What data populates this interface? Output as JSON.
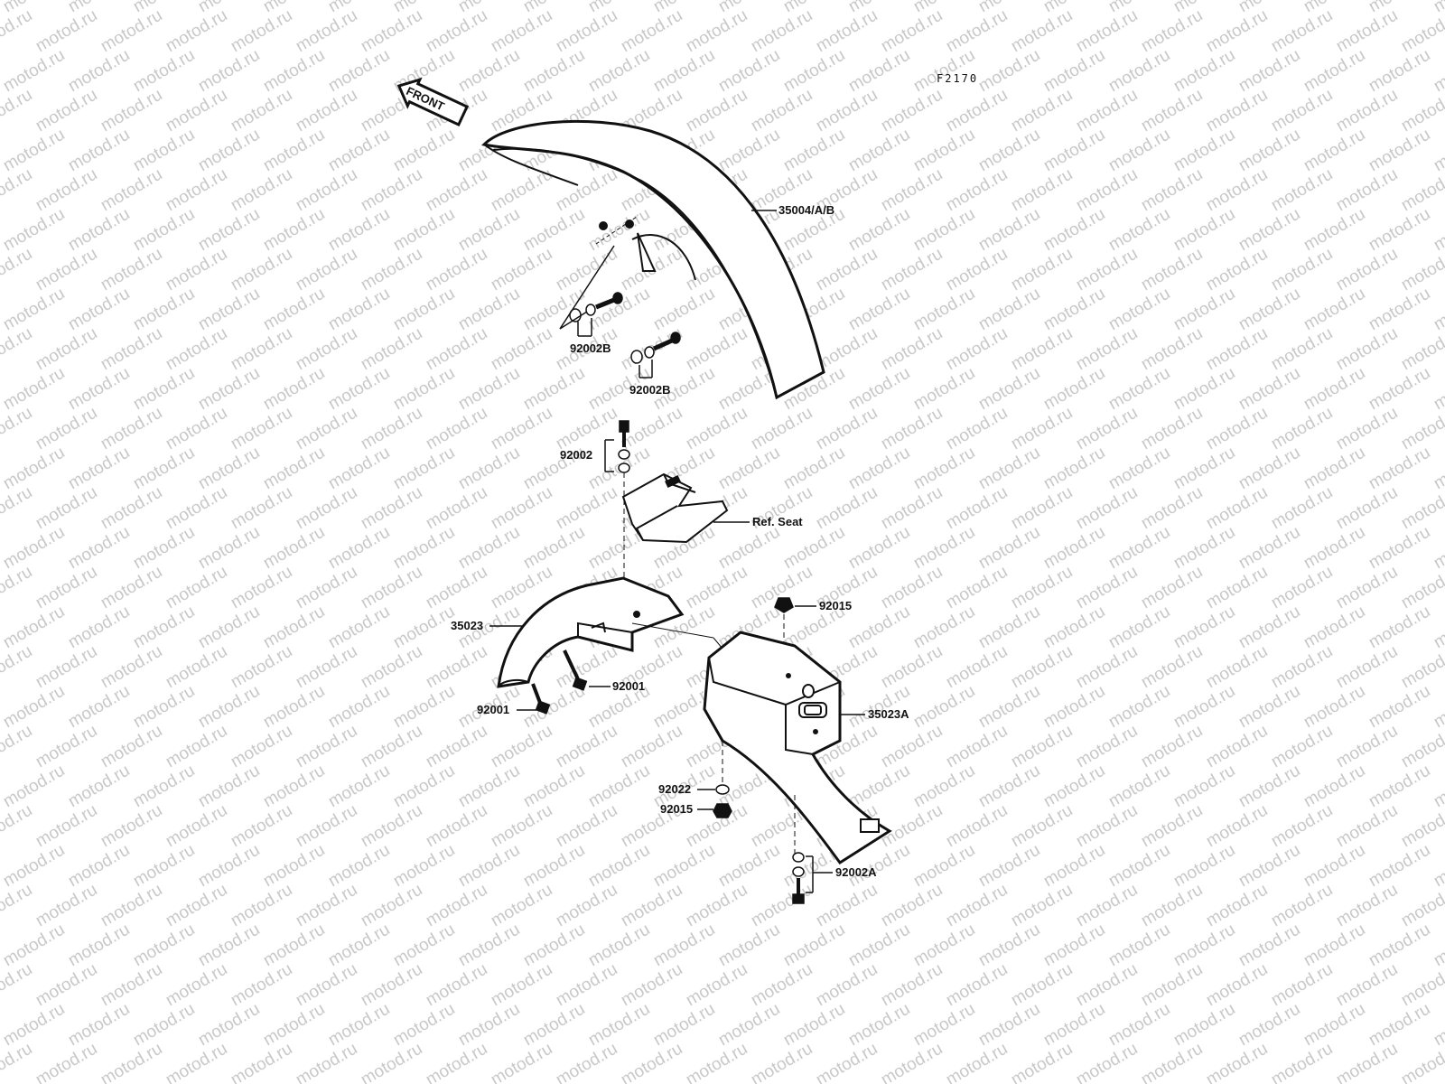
{
  "watermark": {
    "text": "motod.ru",
    "color": "#c8c8c8"
  },
  "diagram": {
    "code": "F2170",
    "front_arrow": "FRONT",
    "labels": {
      "front_fender": "35004/A/B",
      "bolt_set_upper_left": "92002B",
      "bolt_set_upper_right": "92002B",
      "bracket_bolt": "92002",
      "seat_ref": "Ref. Seat",
      "nut_top": "92015",
      "inner_fender": "35023",
      "bolt_right": "92001",
      "bolt_left": "92001",
      "rear_fender": "35023A",
      "washer": "92022",
      "nut_bottom": "92015",
      "bolt_bottom": "92002A"
    }
  }
}
